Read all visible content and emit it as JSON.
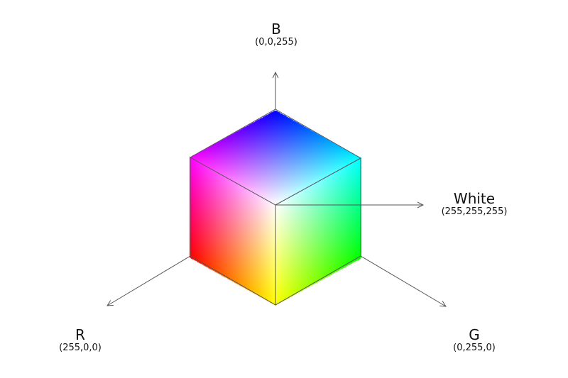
{
  "axes": {
    "b": {
      "name": "B",
      "value": "(0,0,255)"
    },
    "white": {
      "name": "White",
      "value": "(255,255,255)"
    },
    "r": {
      "name": "R",
      "value": "(255,0,0)"
    },
    "g": {
      "name": "G",
      "value": "(0,255,0)"
    }
  },
  "cube_colors": {
    "blue": "#0000ff",
    "magenta": "#ff00ff",
    "cyan": "#00ffff",
    "white": "#ffffff",
    "red": "#ff0000",
    "yellow": "#ffff00",
    "green": "#00ff00"
  },
  "line_color": "#555555"
}
